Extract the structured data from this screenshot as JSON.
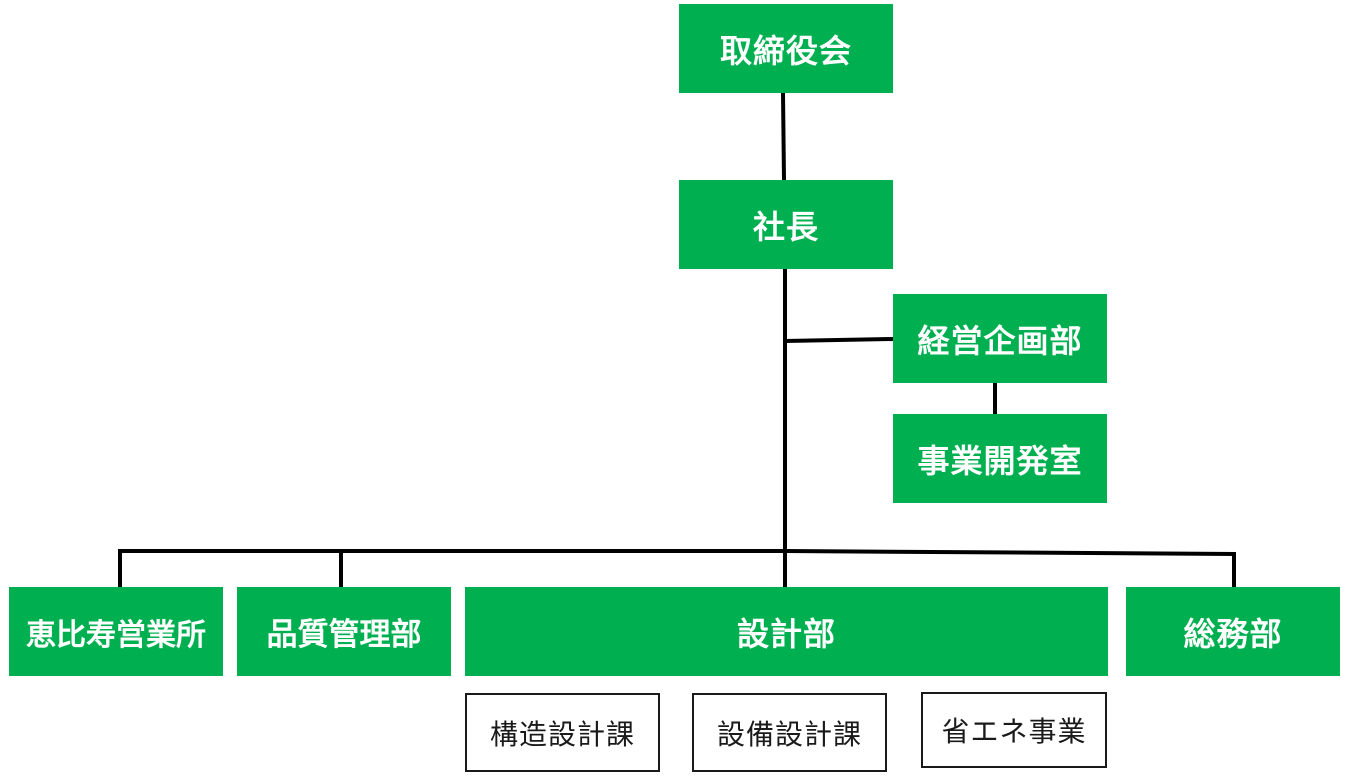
{
  "chart": {
    "board": "取締役会",
    "president": "社長",
    "planning": "経営企画部",
    "bizdev": "事業開発室",
    "ebisu": "恵比寿営業所",
    "quality": "品質管理部",
    "design": "設計部",
    "general": "総務部",
    "design_sections": {
      "structural": "構造設計課",
      "facilities": "設備設計課",
      "energy": "省エネ事業"
    }
  },
  "colors": {
    "node_fill": "#00b050",
    "node_text": "#ffffff",
    "line": "#000000",
    "sub_border": "#1a1a1a"
  }
}
